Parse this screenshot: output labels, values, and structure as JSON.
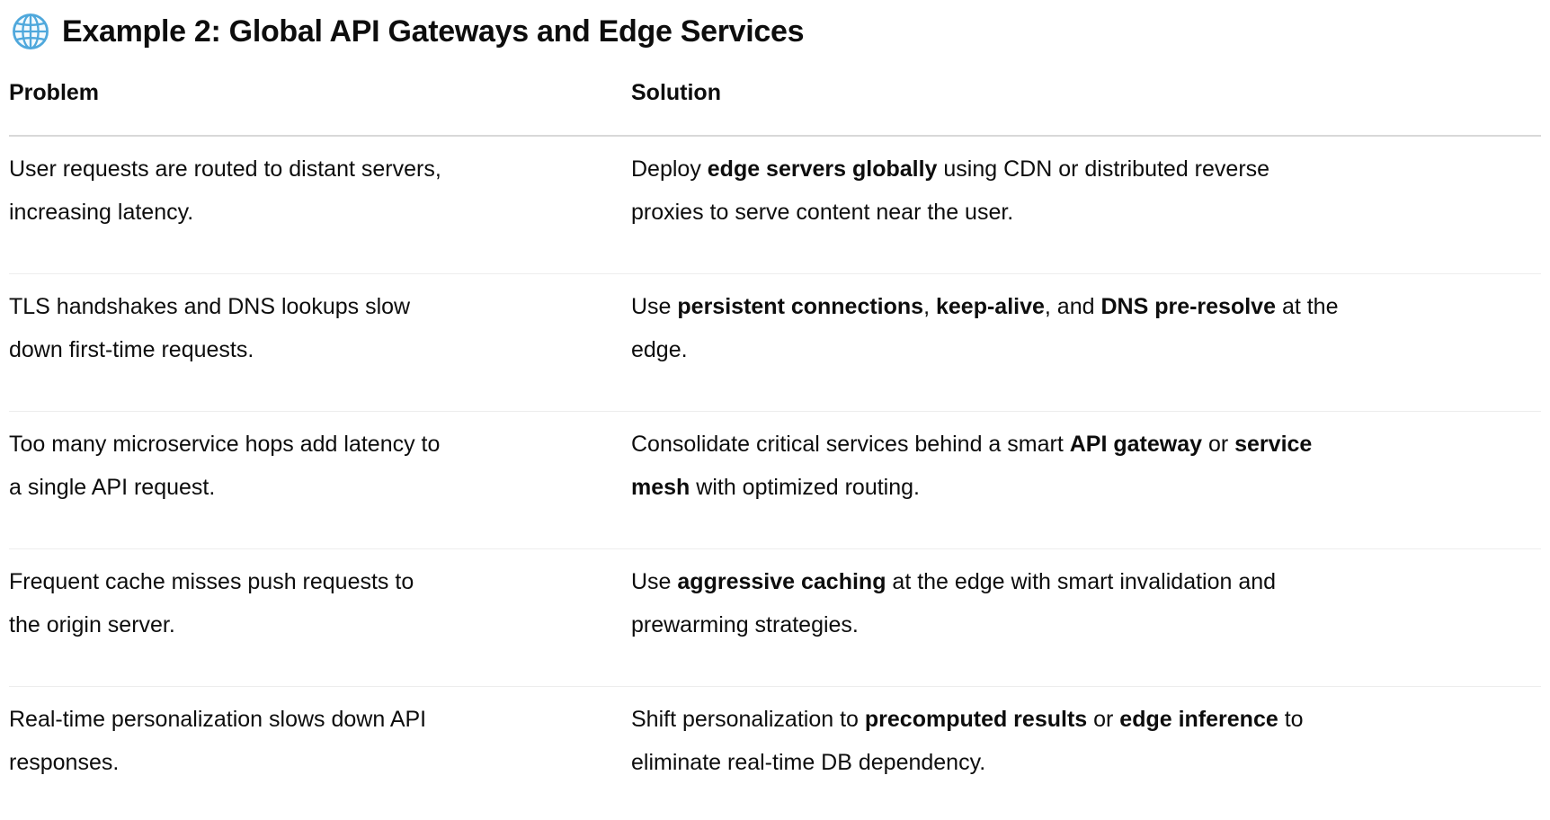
{
  "page": {
    "title": "Example 2: Global API Gateways and Edge Services",
    "title_icon": "globe-with-meridians-emoji"
  },
  "colors": {
    "text": "#0d0d0d",
    "background": "#ffffff",
    "globe_blue": "#4FA8DC",
    "header_divider": "#d8d8d8",
    "row_divider": "#ededed"
  },
  "table": {
    "headers": {
      "problem": "Problem",
      "solution": "Solution"
    },
    "rows": [
      {
        "problem": "User requests are routed to distant servers,\nincreasing latency.",
        "solution": [
          {
            "text": "Deploy ",
            "bold": false
          },
          {
            "text": "edge servers globally",
            "bold": true
          },
          {
            "text": " using CDN or distributed reverse\nproxies to serve content near the user.",
            "bold": false
          }
        ]
      },
      {
        "problem": "TLS handshakes and DNS lookups slow\ndown first-time requests.",
        "solution": [
          {
            "text": "Use ",
            "bold": false
          },
          {
            "text": "persistent connections",
            "bold": true
          },
          {
            "text": ", ",
            "bold": false
          },
          {
            "text": "keep-alive",
            "bold": true
          },
          {
            "text": ", and ",
            "bold": false
          },
          {
            "text": "DNS pre-resolve",
            "bold": true
          },
          {
            "text": " at the\nedge.",
            "bold": false
          }
        ]
      },
      {
        "problem": "Too many microservice hops add latency to\na single API request.",
        "solution": [
          {
            "text": "Consolidate critical services behind a smart ",
            "bold": false
          },
          {
            "text": "API gateway",
            "bold": true
          },
          {
            "text": " or ",
            "bold": false
          },
          {
            "text": "service\nmesh",
            "bold": true
          },
          {
            "text": " with optimized routing.",
            "bold": false
          }
        ]
      },
      {
        "problem": "Frequent cache misses push requests to\nthe origin server.",
        "solution": [
          {
            "text": "Use ",
            "bold": false
          },
          {
            "text": "aggressive caching",
            "bold": true
          },
          {
            "text": " at the edge with smart invalidation and\nprewarming strategies.",
            "bold": false
          }
        ]
      },
      {
        "problem": "Real-time personalization slows down API\nresponses.",
        "solution": [
          {
            "text": "Shift personalization to ",
            "bold": false
          },
          {
            "text": "precomputed results",
            "bold": true
          },
          {
            "text": " or ",
            "bold": false
          },
          {
            "text": "edge inference",
            "bold": true
          },
          {
            "text": " to\neliminate real-time DB dependency.",
            "bold": false
          }
        ]
      }
    ]
  }
}
